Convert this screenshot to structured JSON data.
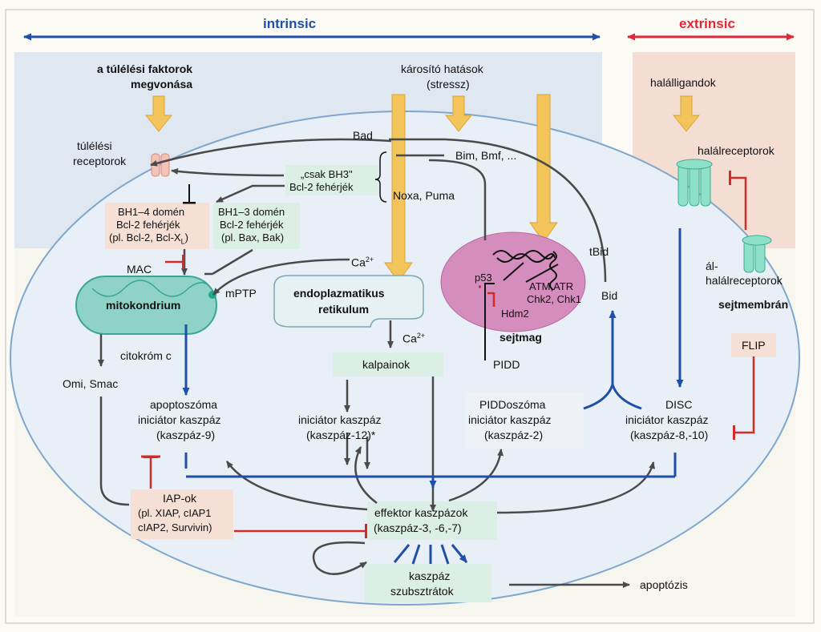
{
  "header": {
    "intrinsic": "intrinsic",
    "extrinsic": "extrinsic"
  },
  "colors": {
    "intrinsic": "#1f4fa8",
    "extrinsic": "#e0283a",
    "arrow_dark": "#4a4a4a",
    "stimulus_arrow": "#f2c45a",
    "mito_fill": "#8fd3c8",
    "nucleus_fill": "#d58dbd",
    "er_fill": "#e6f1f4",
    "cell_fill": "#e9eff6",
    "inhibition": "#d42a2a"
  },
  "labels": {
    "survival_withdrawal_1": "a túlélési faktorok",
    "survival_withdrawal_2": "megvonása",
    "damage_1": "károsító hatások",
    "damage_2": "(stressz)",
    "death_ligands": "halálligandok",
    "survival_receptors_1": "túlélési",
    "survival_receptors_2": "receptorok",
    "bad": "Bad",
    "bim_bmf": "Bim, Bmf, ...",
    "bh3_1": "„csak BH3\"",
    "bh3_2": "Bcl-2 fehérjék",
    "noxa_puma": "Noxa, Puma",
    "death_receptors": "halálreceptorok",
    "bh14_1": "BH1–4 domén",
    "bh14_2": "Bcl-2 fehérjék",
    "bh14_3": "(pl. Bcl-2, Bcl-X",
    "bh14_3_sub": "L",
    "bh14_3_end": ")",
    "bh13_1": "BH1–3 domén",
    "bh13_2": "Bcl-2 fehérjék",
    "bh13_3": "(pl. Bax, Bak)",
    "ca_1": "Ca",
    "ca_sup": "2+",
    "tbid": "tBid",
    "p53": "p53",
    "atm_atr": "ATM,ATR",
    "chk": "Chk2, Chk1",
    "hdm2": "Hdm2",
    "nucleus": "sejtmag",
    "bid": "Bid",
    "decoy_1": "ál-",
    "decoy_2": "halálreceptorok",
    "membrane": "sejtmembrán",
    "mac": "MAC",
    "mito": "mitokondrium",
    "mptp": "mPTP",
    "er_1": "endoplazmatikus",
    "er_2": "retikulum",
    "ca_2": "Ca",
    "cytc": "citokróm c",
    "calpains": "kalpainok",
    "pidd": "PIDD",
    "flip": "FLIP",
    "omi_smac": "Omi, Smac",
    "apo_1": "apoptoszóma",
    "apo_2": "iniciátor kaszpáz",
    "apo_3": "(kaszpáz-9)",
    "ini12_1": "iniciátor kaszpáz",
    "ini12_2": "(kaszpáz-12)*",
    "piddo_1": "PIDDoszóma",
    "piddo_2": "iniciátor kaszpáz",
    "piddo_3": "(kaszpáz-2)",
    "disc_1": "DISC",
    "disc_2": "iniciátor kaszpáz",
    "disc_3": "(kaszpáz-8,-10)",
    "iap_1": "IAP-ok",
    "iap_2": "(pl. XIAP, cIAP1",
    "iap_3": "cIAP2, Survivin)",
    "eff_1": "effektor kaszpázok",
    "eff_2": "(kaszpáz-3, -6,-7)",
    "sub_1": "kaszpáz",
    "sub_2": "szubsztrátok",
    "apoptosis": "apoptózis"
  }
}
